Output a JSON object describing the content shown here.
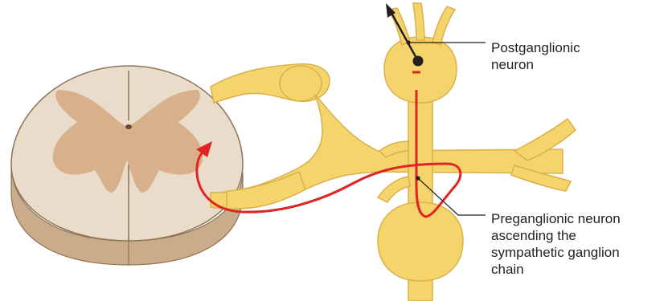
{
  "labels": {
    "postganglionic": [
      "Postganglionic",
      "neuron"
    ],
    "preganglionic": [
      "Preganglionic neuron",
      "ascending the",
      "sympathetic ganglion",
      "chain"
    ]
  },
  "colors": {
    "nerve": "#f6d46c",
    "nerve_shadow": "#d9b04a",
    "gray_matter": "#d9b08c",
    "white_matter": "#e9dccb",
    "cord_side": "#c9ad8a",
    "neuron_path": "#e02424",
    "leader_line": "#231f20"
  },
  "icons": {
    "axon_arrow": "arrow-up-left-icon",
    "synapse": "synapse-bulb-icon",
    "cell_body": "neuron-cell-body-icon"
  }
}
